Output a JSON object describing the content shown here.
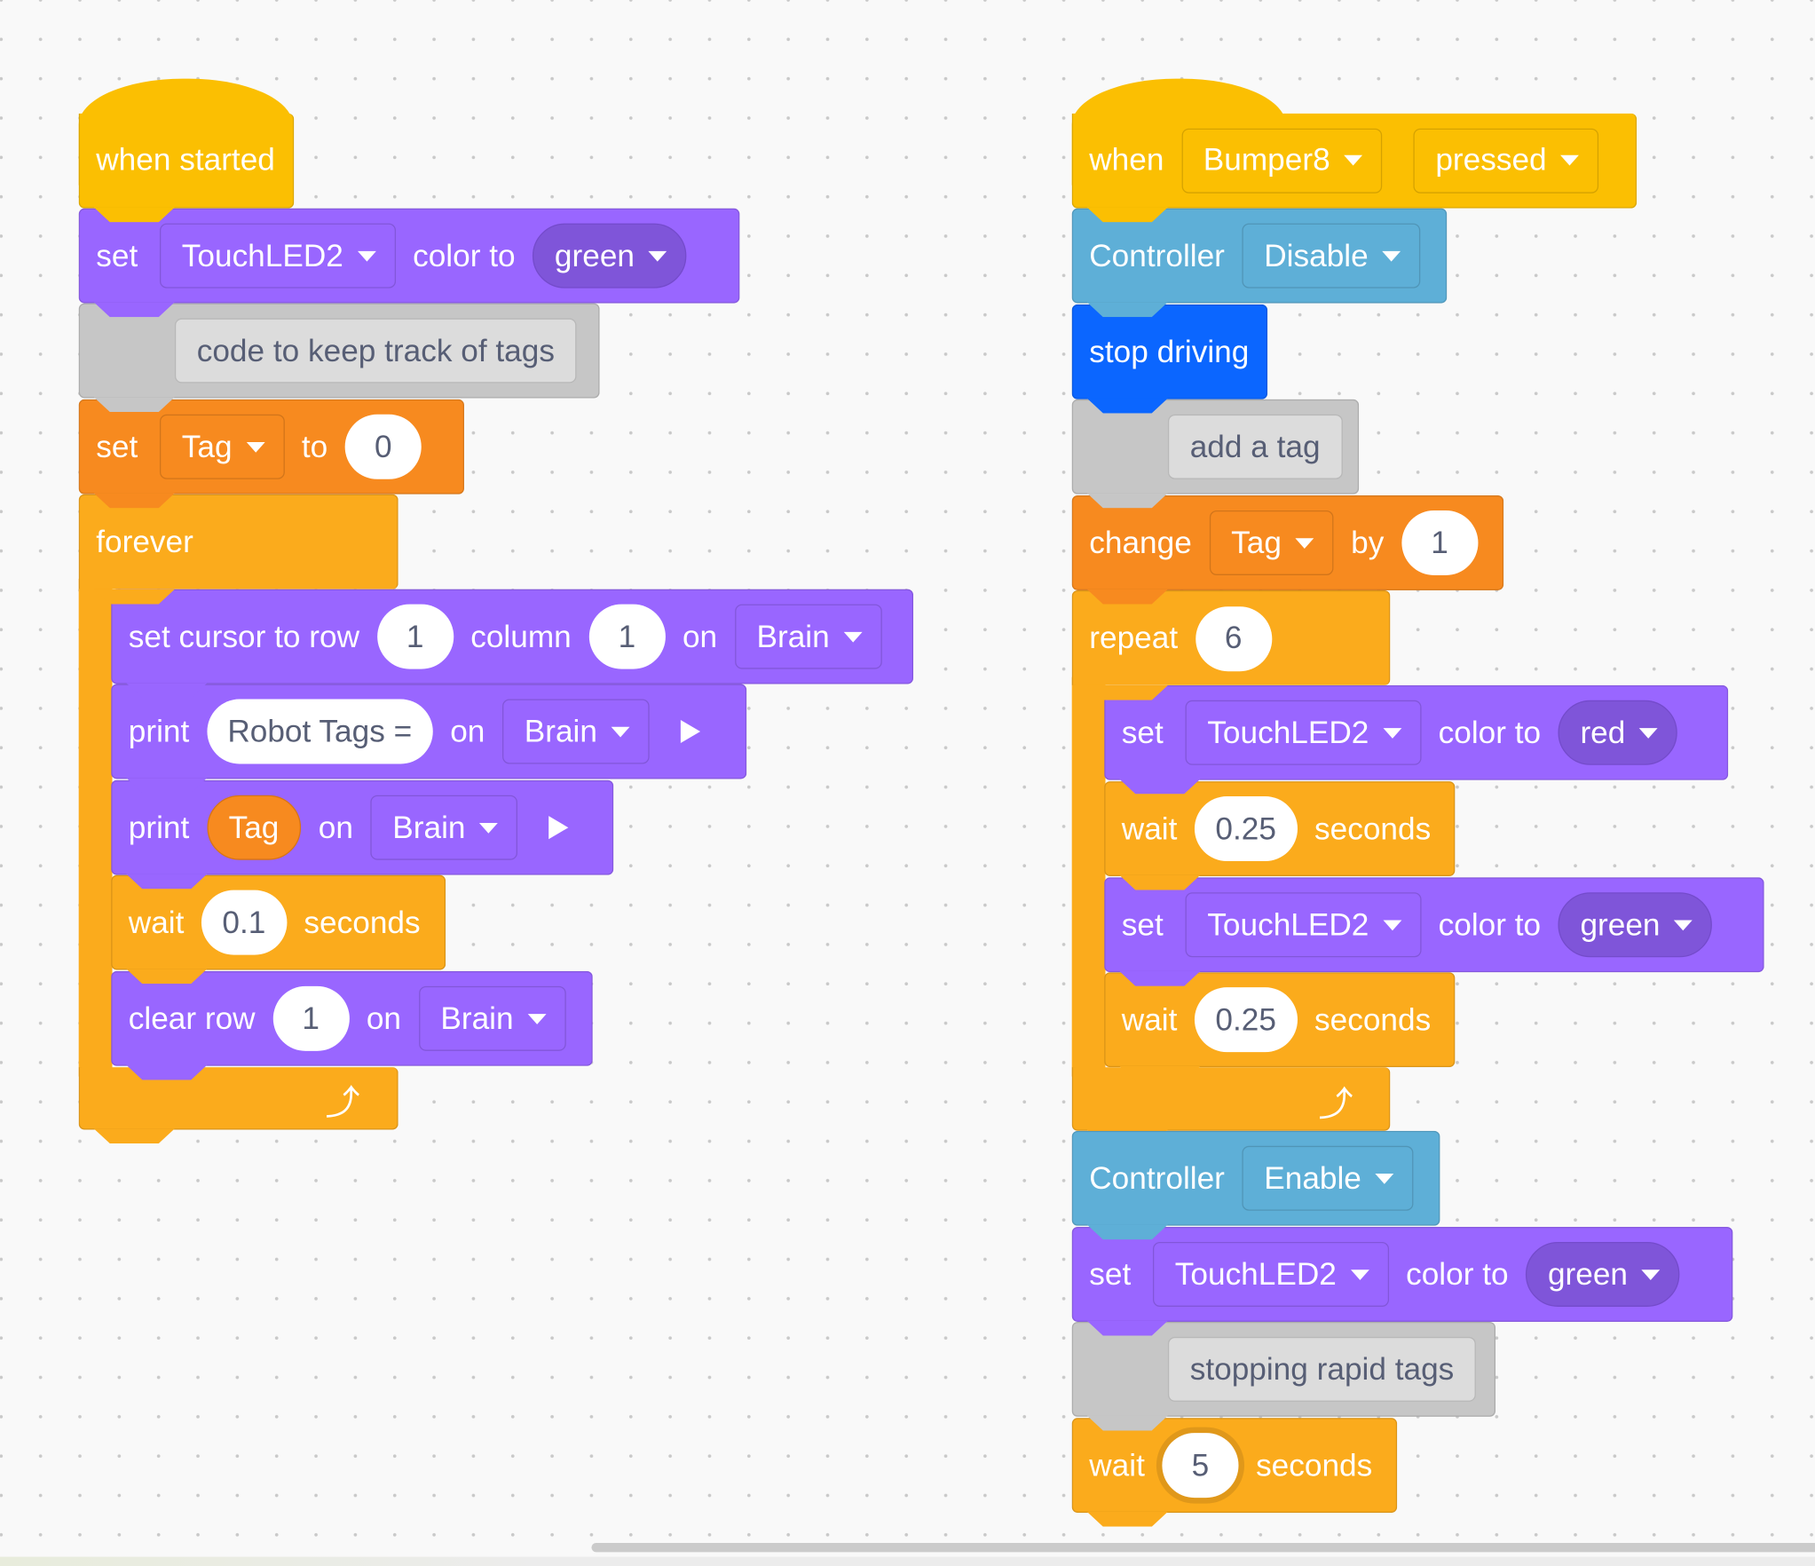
{
  "left_script": {
    "hat": "when started",
    "set_led": {
      "label": "set",
      "device": "TouchLED2",
      "color_to": "color to",
      "color": "green"
    },
    "comment": "code to keep track of tags",
    "set_var": {
      "label": "set",
      "var": "Tag",
      "to": "to",
      "value": "0"
    },
    "forever": "forever",
    "cursor": {
      "label": "set cursor to row",
      "row": "1",
      "column_label": "column",
      "column": "1",
      "on": "on",
      "target": "Brain"
    },
    "print_text": {
      "label": "print",
      "text": "Robot Tags =",
      "on": "on",
      "target": "Brain"
    },
    "print_var": {
      "label": "print",
      "var": "Tag",
      "on": "on",
      "target": "Brain"
    },
    "wait": {
      "label": "wait",
      "value": "0.1",
      "unit": "seconds"
    },
    "clear": {
      "label": "clear row",
      "row": "1",
      "on": "on",
      "target": "Brain"
    },
    "loop_icon": "loop-arrow-icon"
  },
  "right_script": {
    "hat": {
      "label": "when",
      "sensor": "Bumper8",
      "event": "pressed"
    },
    "controller_disable": {
      "label": "Controller",
      "mode": "Disable"
    },
    "stop": "stop driving",
    "comment1": "add a tag",
    "change": {
      "label": "change",
      "var": "Tag",
      "by": "by",
      "value": "1"
    },
    "repeat": {
      "label": "repeat",
      "count": "6"
    },
    "set_red": {
      "label": "set",
      "device": "TouchLED2",
      "color_to": "color to",
      "color": "red"
    },
    "wait1": {
      "label": "wait",
      "value": "0.25",
      "unit": "seconds"
    },
    "set_green": {
      "label": "set",
      "device": "TouchLED2",
      "color_to": "color to",
      "color": "green"
    },
    "wait2": {
      "label": "wait",
      "value": "0.25",
      "unit": "seconds"
    },
    "controller_enable": {
      "label": "Controller",
      "mode": "Enable"
    },
    "set_green2": {
      "label": "set",
      "device": "TouchLED2",
      "color_to": "color to",
      "color": "green"
    },
    "comment2": "stopping rapid tags",
    "wait3": {
      "label": "wait",
      "value": "5",
      "unit": "seconds"
    }
  },
  "colors": {
    "looks": "#9966ff",
    "variables": "#f78a1f",
    "events": "#fbbf02",
    "control": "#fbab1c",
    "controller": "#5eafd7",
    "drivetrain": "#0b66ff",
    "comment": "#c6c6c6"
  }
}
